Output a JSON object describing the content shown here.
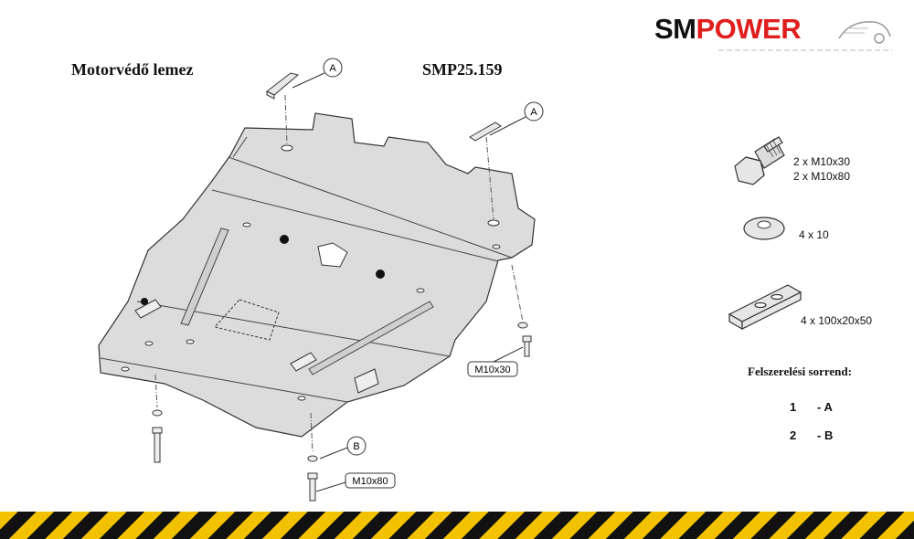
{
  "header": {
    "title": "Motorvédő lemez",
    "code": "SMP25.159"
  },
  "logo": {
    "part1": "SM",
    "part2": "POWER",
    "color_dark": "#111111",
    "color_accent": "#e01e1e"
  },
  "callouts": {
    "a_top": "A",
    "a_right": "A",
    "b": "B",
    "bolt_right": "M10x30",
    "bolt_bottom": "M10x80"
  },
  "parts": {
    "bolt_line1": "2  x   M10x30",
    "bolt_line2": "2  x   M10x80",
    "washer": "4   x     10",
    "plate": "4  x  100x20x50"
  },
  "order": {
    "title": "Felszerelési sorrend:",
    "rows": [
      {
        "num": "1",
        "val": "- A"
      },
      {
        "num": "2",
        "val": "- B"
      }
    ]
  },
  "colors": {
    "plate_fill": "#dcdcdc",
    "line": "#333333",
    "hazard_yellow": "#f2c200",
    "hazard_black": "#111111"
  }
}
